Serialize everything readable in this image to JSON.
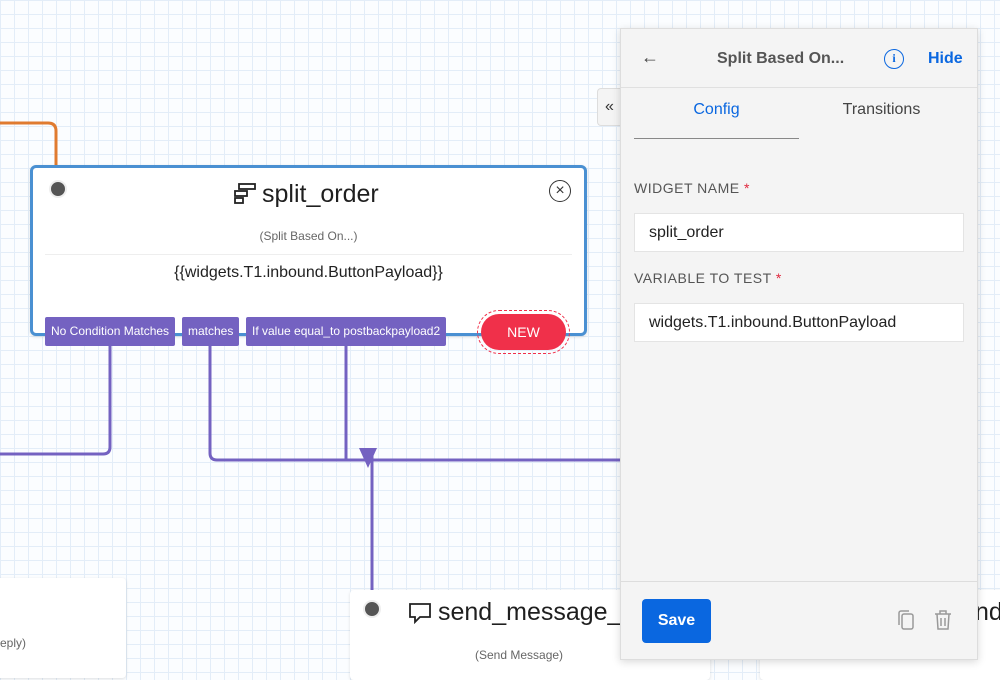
{
  "canvas": {
    "main_node": {
      "title": "split_order",
      "type": "(Split Based On...)",
      "variable": "{{widgets.T1.inbound.ButtonPayload}}",
      "transitions": [
        "No Condition Matches",
        "matches",
        "If value equal_to postbackpayload2"
      ],
      "new_label": "NEW"
    },
    "left_node": {
      "type_fragment": "eply)"
    },
    "send_node": {
      "title": "send_message_",
      "type": "(Send Message)"
    },
    "right_node": {
      "title_fragment": "nd,"
    },
    "colors": {
      "node_border": "#4a90d2",
      "transition": "#7462c1",
      "new": "#f0304a",
      "incoming": "#e07b30"
    }
  },
  "panel": {
    "back_icon": "arrow-left",
    "title": "Split Based On...",
    "info_icon": "info-circle",
    "hide_label": "Hide",
    "collapse_icon": "double-chevron-left",
    "tabs": [
      {
        "label": "Config",
        "active": true
      },
      {
        "label": "Transitions",
        "active": false
      }
    ],
    "widget_name_label": "WIDGET NAME",
    "widget_name_value": "split_order",
    "variable_label": "VARIABLE TO TEST",
    "variable_value": "widgets.T1.inbound.ButtonPayload",
    "required_mark": "*",
    "save_label": "Save",
    "duplicate_icon": "copy",
    "delete_icon": "trash",
    "accent": "#0a67e0"
  }
}
